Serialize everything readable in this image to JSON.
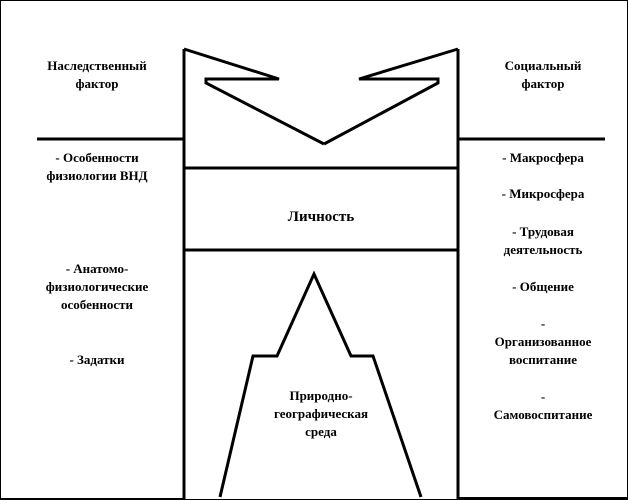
{
  "left": {
    "heading": [
      "Наследственный",
      "фактор"
    ],
    "items": [
      [
        "- Особенности",
        "физиологии ВНД"
      ],
      [
        "- Анатомо-",
        "физиологические",
        "особенности"
      ],
      [
        "- Задатки"
      ]
    ]
  },
  "right": {
    "heading": [
      "Социальный",
      "фактор"
    ],
    "items": [
      [
        "- Макросфера"
      ],
      [
        "- Микросфера"
      ],
      [
        "- Трудовая",
        "деятельность"
      ],
      [
        "- Общение"
      ],
      [
        "-",
        "Организованное",
        "воспитание"
      ],
      [
        "-",
        "Самовоспитание"
      ]
    ]
  },
  "center": {
    "title": "Личность",
    "mountain_label": [
      "Природно-",
      "географическая",
      "среда"
    ]
  },
  "colors": {
    "line": "#000000",
    "background": "#ffffff"
  }
}
